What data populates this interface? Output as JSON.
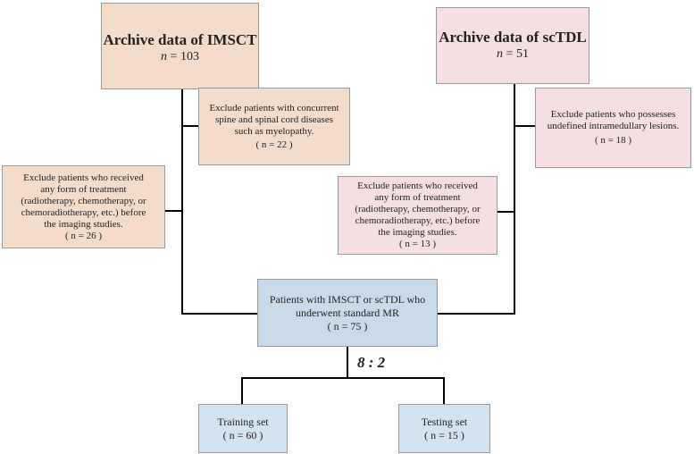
{
  "left_archive": {
    "title": "Archive data of IMSCT",
    "n_label": "n",
    "n_value": "= 103"
  },
  "right_archive": {
    "title": "Archive data of scTDL",
    "n_label": "n",
    "n_value": "= 51"
  },
  "left_exclude_1": {
    "lines": [
      "Exclude patients with concurrent",
      "spine and spinal cord diseases",
      "such as myelopathy."
    ],
    "count": "( n = 22 )"
  },
  "left_exclude_2": {
    "lines": [
      "Exclude patients who received",
      "any form of treatment",
      "(radiotherapy, chemotherapy, or",
      "chemoradiotherapy, etc.) before",
      "the imaging studies."
    ],
    "count": "( n = 26 )"
  },
  "right_exclude_1": {
    "lines": [
      "Exclude patients who possesses",
      "undefined intramedullary lesions."
    ],
    "count": "( n = 18 )"
  },
  "right_exclude_2": {
    "lines": [
      "Exclude patients who received",
      "any form of treatment",
      "(radiotherapy, chemotherapy, or",
      "chemoradiotherapy, etc.) before",
      "the imaging studies."
    ],
    "count": "( n = 13 )"
  },
  "combined": {
    "lines": [
      "Patients with IMSCT or scTDL who",
      "underwent standard MR"
    ],
    "count": "( n = 75 )"
  },
  "split_ratio": "8 : 2",
  "training": {
    "label": "Training set",
    "count": "( n = 60 )"
  },
  "testing": {
    "label": "Testing set",
    "count": "( n = 15 )"
  },
  "colors": {
    "peach": "#f4dccb",
    "pink": "#f6dfe2",
    "blue": "#c9dbea",
    "line": "#000000"
  }
}
